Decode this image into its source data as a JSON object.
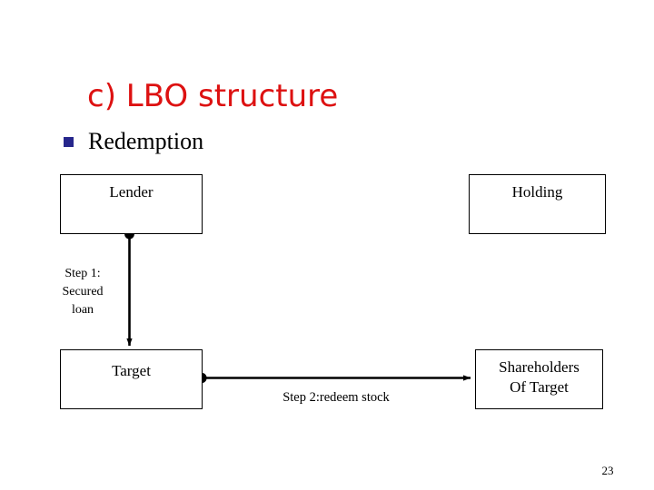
{
  "slide": {
    "title": "c) LBO structure",
    "title_color": "#dd1111",
    "page_number": "23",
    "background_color": "#ffffff"
  },
  "bullet": {
    "marker_icon": "square-bullet-icon",
    "marker_color": "#26268c",
    "text": "Redemption"
  },
  "diagram": {
    "nodes": [
      {
        "id": "lender",
        "label": "Lender"
      },
      {
        "id": "holding",
        "label": "Holding"
      },
      {
        "id": "target",
        "label": "Target"
      },
      {
        "id": "shareholders",
        "label": "Shareholders\nOf Target"
      }
    ],
    "edges": [
      {
        "id": "step1",
        "from": "lender",
        "to": "target",
        "label": "Step 1:\nSecured\nloan",
        "direction": "down",
        "start_marker": "filled-circle",
        "end_marker": "arrowhead",
        "color": "#000000"
      },
      {
        "id": "step2",
        "from": "target",
        "to": "shareholders",
        "label": "Step 2:redeem stock",
        "direction": "right",
        "start_marker": "filled-circle",
        "end_marker": "arrowhead",
        "color": "#000000"
      }
    ]
  }
}
